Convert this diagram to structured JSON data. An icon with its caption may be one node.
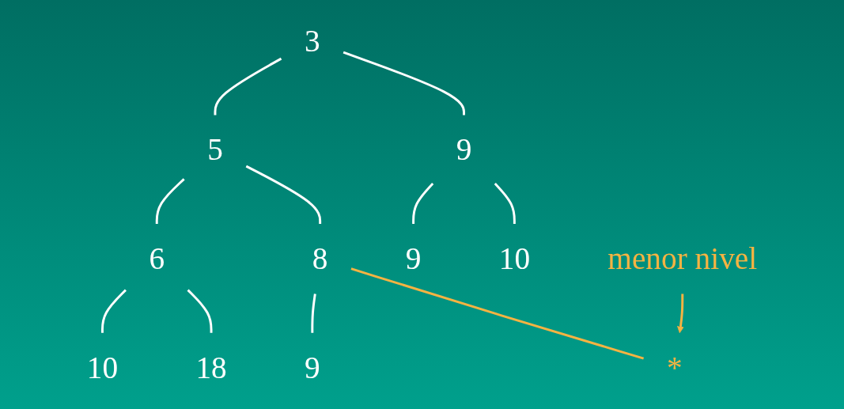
{
  "diagram": {
    "nodes": [
      {
        "text": [
          "3"
        ]
      },
      {
        "text": [
          "5"
        ]
      },
      {
        "text": [
          "9"
        ]
      },
      {
        "text": [
          "6"
        ]
      },
      {
        "text": [
          "8"
        ]
      },
      {
        "text": [
          "9"
        ]
      },
      {
        "text": [
          "10"
        ]
      },
      {
        "text": [
          "10"
        ]
      },
      {
        "text": [
          "18"
        ]
      },
      {
        "text": [
          "9"
        ]
      },
      {
        "text": [
          "*"
        ]
      },
      {
        "text": [
          "menor nivel"
        ]
      }
    ],
    "edges": [
      {
        "from": 0,
        "to": 1,
        "arrow": "none"
      },
      {
        "from": 0,
        "to": 2,
        "arrow": "none"
      },
      {
        "from": 1,
        "to": 3,
        "arrow": "none"
      },
      {
        "from": 1,
        "to": 4,
        "arrow": "none"
      },
      {
        "from": 2,
        "to": 5,
        "arrow": "none"
      },
      {
        "from": 2,
        "to": 6,
        "arrow": "none"
      },
      {
        "from": 3,
        "to": 7,
        "arrow": "none"
      },
      {
        "from": 3,
        "to": 8,
        "arrow": "none"
      },
      {
        "from": 4,
        "to": 9,
        "arrow": "none"
      },
      {
        "from": 4,
        "to": 10,
        "arrow": "none",
        "color": "#f5b342"
      },
      {
        "from": 11,
        "to": 10,
        "arrow": "to",
        "color": "#f5b342"
      }
    ]
  }
}
